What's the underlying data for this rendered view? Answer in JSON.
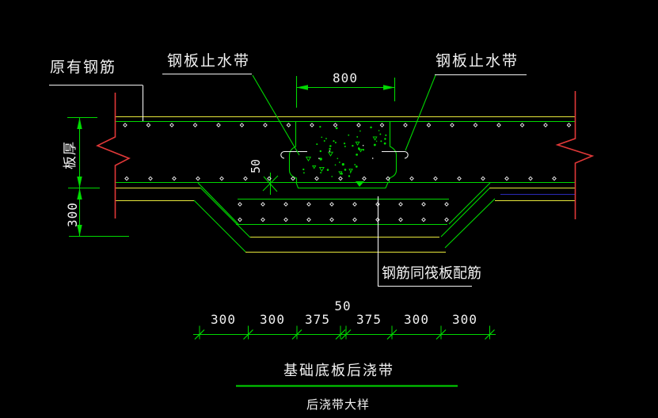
{
  "drawing": {
    "callouts": {
      "existing_rebar": "原有钢筋",
      "waterstop_left": "钢板止水带",
      "waterstop_right": "钢板止水带",
      "rebar_note": "钢筋同筏板配筋"
    },
    "dims": {
      "strip_width": "800",
      "slab_thickness": "板厚",
      "pit_depth": "300",
      "recess_offset": "50",
      "chain": [
        "300",
        "300",
        "375",
        "50",
        "375",
        "300",
        "300"
      ]
    },
    "title": {
      "main": "基础底板后浇带",
      "sub": "后浇带大样"
    },
    "colors": {
      "background": "#000000",
      "green": "#00d800",
      "yellow": "#e8e83c",
      "red": "#e03838",
      "white": "#f2f2f2",
      "navy": "#2a2ab8"
    }
  }
}
